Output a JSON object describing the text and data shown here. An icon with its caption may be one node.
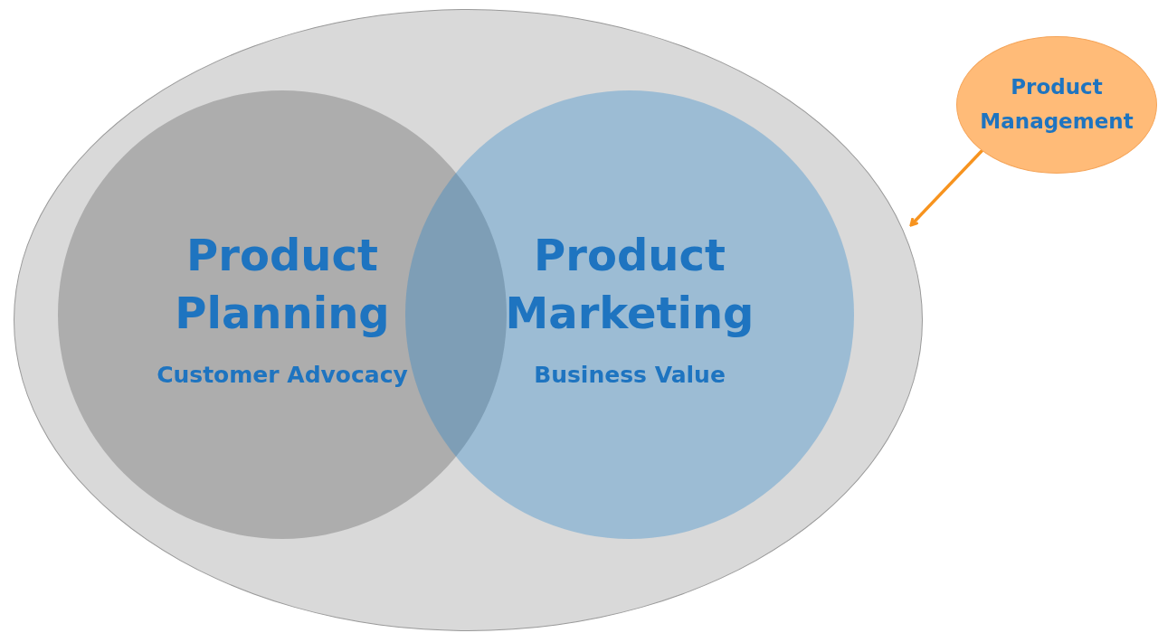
{
  "diagram": {
    "nodes": [
      {
        "text": [],
        "shape": "ellipse"
      },
      {
        "text": [
          "Product Planning",
          "Customer Advocacy"
        ],
        "in": 0
      },
      {
        "text": [
          "Product Marketing",
          "Business Value"
        ],
        "in": 0
      },
      {
        "text": [
          "Product Management"
        ]
      }
    ],
    "edges": [
      {
        "from": 3,
        "to": 0,
        "arrow": "to",
        "color": "#f7931e"
      }
    ]
  }
}
